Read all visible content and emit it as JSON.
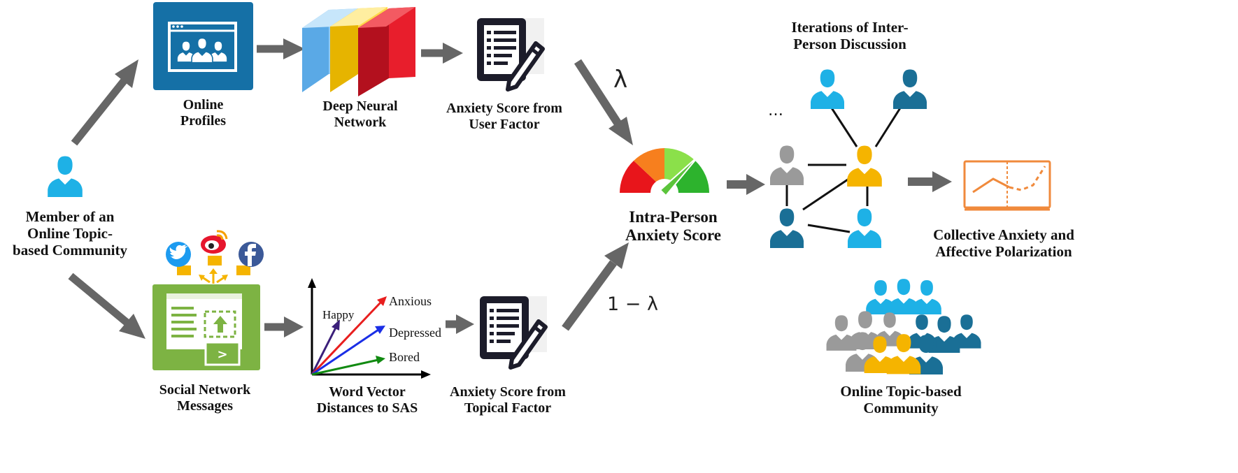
{
  "nodes": {
    "member": {
      "lines": [
        "Member of an",
        "Online Topic-",
        "based Community"
      ]
    },
    "online_profiles": {
      "lines": [
        "Online",
        "Profiles"
      ]
    },
    "deep_neural_network": {
      "lines": [
        "Deep Neural",
        "Network"
      ]
    },
    "anxiety_user": {
      "lines": [
        "Anxiety Score from",
        "User Factor"
      ]
    },
    "social_messages": {
      "lines": [
        "Social Network",
        "Messages"
      ]
    },
    "word_vector": {
      "lines": [
        "Word Vector",
        "Distances to SAS"
      ]
    },
    "anxiety_topical": {
      "lines": [
        "Anxiety Score from",
        "Topical Factor"
      ]
    },
    "intra_person": {
      "lines": [
        "Intra-Person",
        "Anxiety Score"
      ]
    },
    "iterations": {
      "lines": [
        "Iterations of Inter-",
        "Person Discussion"
      ]
    },
    "collective": {
      "lines": [
        "Collective Anxiety and",
        "Affective Polarization"
      ]
    },
    "community": {
      "lines": [
        "Online Topic-based",
        "Community"
      ]
    }
  },
  "weights": {
    "lambda": "λ",
    "one_minus_lambda": "1 − λ"
  },
  "vector_labels": {
    "happy": "Happy",
    "anxious": "Anxious",
    "depressed": "Depressed",
    "bored": "Bored"
  },
  "ellipsis": "…",
  "colors": {
    "arrow": "#666666",
    "person_cyan": "#1eb1e6",
    "person_teal": "#1a6f96",
    "person_gray": "#9a9a9a",
    "person_gold": "#f5b400",
    "profiles_box": "#1570a6",
    "messages_box": "#7db343",
    "chart_orange": "#f08a3c"
  }
}
